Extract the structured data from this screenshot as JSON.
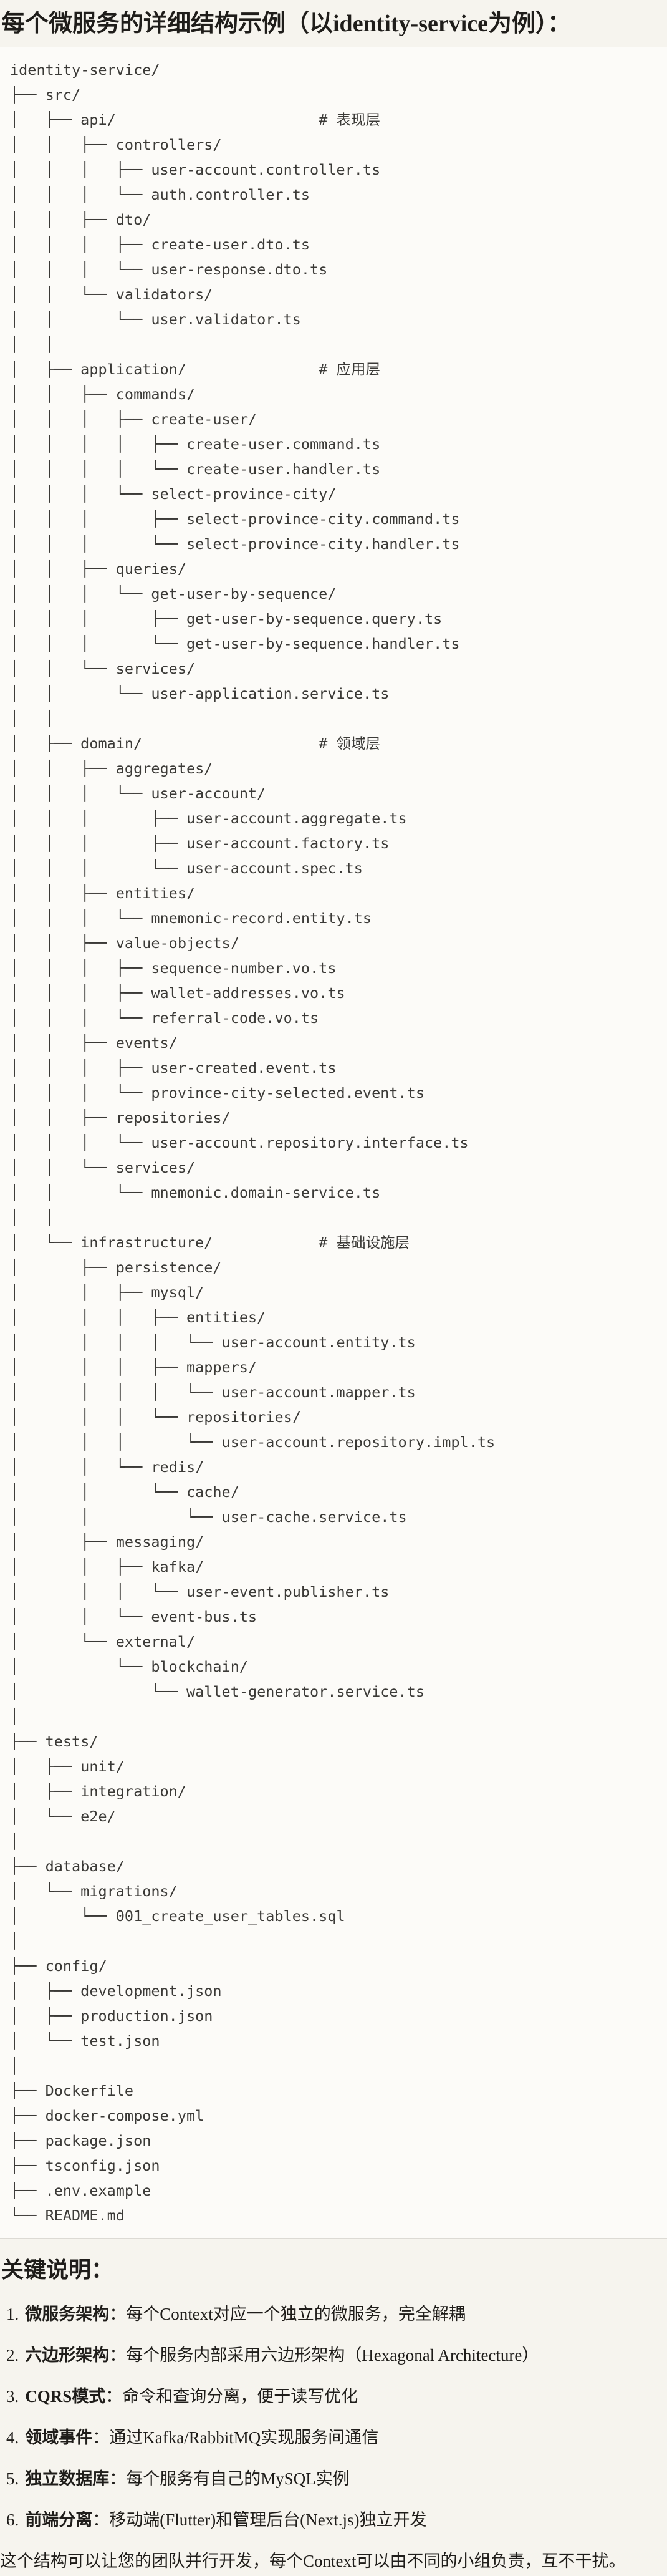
{
  "page": {
    "title": "每个微服务的详细结构示例（以identity-service为例）："
  },
  "code_block": {
    "lines": [
      "identity-service/",
      "├── src/",
      "│   ├── api/                       # 表现层",
      "│   │   ├── controllers/",
      "│   │   │   ├── user-account.controller.ts",
      "│   │   │   └── auth.controller.ts",
      "│   │   ├── dto/",
      "│   │   │   ├── create-user.dto.ts",
      "│   │   │   └── user-response.dto.ts",
      "│   │   └── validators/",
      "│   │       └── user.validator.ts",
      "│   │",
      "│   ├── application/               # 应用层",
      "│   │   ├── commands/",
      "│   │   │   ├── create-user/",
      "│   │   │   │   ├── create-user.command.ts",
      "│   │   │   │   └── create-user.handler.ts",
      "│   │   │   └── select-province-city/",
      "│   │   │       ├── select-province-city.command.ts",
      "│   │   │       └── select-province-city.handler.ts",
      "│   │   ├── queries/",
      "│   │   │   └── get-user-by-sequence/",
      "│   │   │       ├── get-user-by-sequence.query.ts",
      "│   │   │       └── get-user-by-sequence.handler.ts",
      "│   │   └── services/",
      "│   │       └── user-application.service.ts",
      "│   │",
      "│   ├── domain/                    # 领域层",
      "│   │   ├── aggregates/",
      "│   │   │   └── user-account/",
      "│   │   │       ├── user-account.aggregate.ts",
      "│   │   │       ├── user-account.factory.ts",
      "│   │   │       └── user-account.spec.ts",
      "│   │   ├── entities/",
      "│   │   │   └── mnemonic-record.entity.ts",
      "│   │   ├── value-objects/",
      "│   │   │   ├── sequence-number.vo.ts",
      "│   │   │   ├── wallet-addresses.vo.ts",
      "│   │   │   └── referral-code.vo.ts",
      "│   │   ├── events/",
      "│   │   │   ├── user-created.event.ts",
      "│   │   │   └── province-city-selected.event.ts",
      "│   │   ├── repositories/",
      "│   │   │   └── user-account.repository.interface.ts",
      "│   │   └── services/",
      "│   │       └── mnemonic.domain-service.ts",
      "│   │",
      "│   └── infrastructure/            # 基础设施层",
      "│       ├── persistence/",
      "│       │   ├── mysql/",
      "│       │   │   ├── entities/",
      "│       │   │   │   └── user-account.entity.ts",
      "│       │   │   ├── mappers/",
      "│       │   │   │   └── user-account.mapper.ts",
      "│       │   │   └── repositories/",
      "│       │   │       └── user-account.repository.impl.ts",
      "│       │   └── redis/",
      "│       │       └── cache/",
      "│       │           └── user-cache.service.ts",
      "│       ├── messaging/",
      "│       │   ├── kafka/",
      "│       │   │   └── user-event.publisher.ts",
      "│       │   └── event-bus.ts",
      "│       └── external/",
      "│           └── blockchain/",
      "│               └── wallet-generator.service.ts",
      "│",
      "├── tests/",
      "│   ├── unit/",
      "│   ├── integration/",
      "│   └── e2e/",
      "│",
      "├── database/",
      "│   └── migrations/",
      "│       └── 001_create_user_tables.sql",
      "│",
      "├── config/",
      "│   ├── development.json",
      "│   ├── production.json",
      "│   └── test.json",
      "│",
      "├── Dockerfile",
      "├── docker-compose.yml",
      "├── package.json",
      "├── tsconfig.json",
      "├── .env.example",
      "└── README.md"
    ]
  },
  "notes": {
    "heading": "关键说明：",
    "items": [
      {
        "num": "1.",
        "term": "微服务架构",
        "colon": "：",
        "text": "每个Context对应一个独立的微服务，完全解耦"
      },
      {
        "num": "2.",
        "term": "六边形架构",
        "colon": "：",
        "text": "每个服务内部采用六边形架构（Hexagonal Architecture）"
      },
      {
        "num": "3.",
        "term": "CQRS模式",
        "colon": "：",
        "text": "命令和查询分离，便于读写优化"
      },
      {
        "num": "4.",
        "term": "领域事件",
        "colon": "：",
        "text": "通过Kafka/RabbitMQ实现服务间通信"
      },
      {
        "num": "5.",
        "term": "独立数据库",
        "colon": "：",
        "text": "每个服务有自己的MySQL实例"
      },
      {
        "num": "6.",
        "term": "前端分离",
        "colon": "：",
        "text": "移动端(Flutter)和管理后台(Next.js)独立开发"
      }
    ],
    "closing": "这个结构可以让您的团队并行开发，每个Context可以由不同的小组负责，互不干扰。"
  },
  "colors": {
    "page_bg": "#F6F4EE",
    "code_bg": "#FCFBF8",
    "code_border": "#DCDAD4",
    "code_text": "#3B3A37",
    "body_text": "#1F1D1A"
  }
}
